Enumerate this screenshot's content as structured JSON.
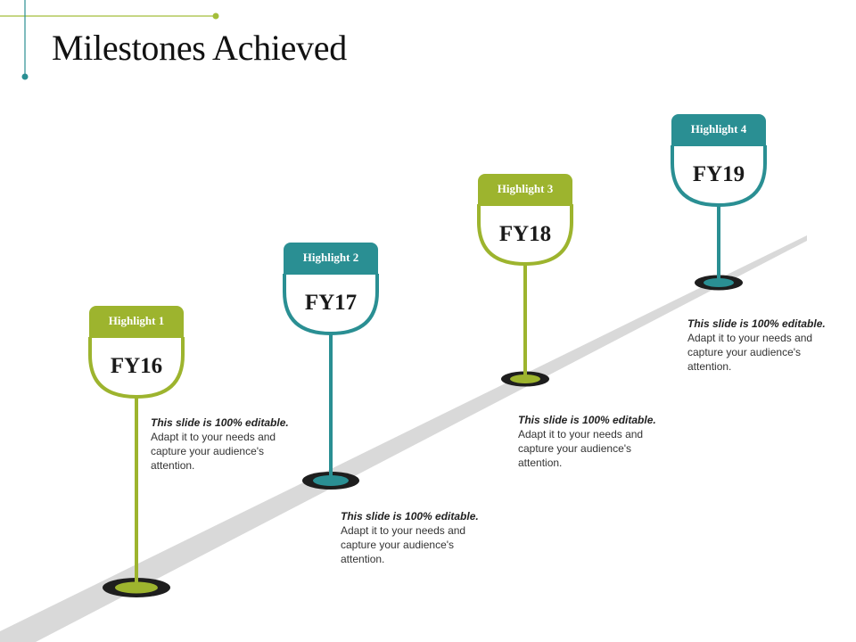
{
  "title": "Milestones Achieved",
  "colors": {
    "green": "#9DB42E",
    "teal": "#2A8F93",
    "road": "#D9D9D9",
    "base": "#1E1E1E",
    "accent_line": "#A4BE3A",
    "accent_dot": "#2A8F93"
  },
  "milestones": [
    {
      "highlight": "Highlight 1",
      "year": "FY16",
      "color": "green",
      "desc_lead": "This slide is 100% editable.",
      "desc_body": "Adapt it to your needs and capture your audience's attention."
    },
    {
      "highlight": "Highlight 2",
      "year": "FY17",
      "color": "teal",
      "desc_lead": "This slide is 100% editable.",
      "desc_body": "Adapt it to your needs and capture your audience's attention."
    },
    {
      "highlight": "Highlight 3",
      "year": "FY18",
      "color": "green",
      "desc_lead": "This slide is 100% editable.",
      "desc_body": "Adapt it to your needs and capture your audience's attention."
    },
    {
      "highlight": "Highlight 4",
      "year": "FY19",
      "color": "teal",
      "desc_lead": "This slide is 100% editable.",
      "desc_body": "Adapt it to your needs and capture your audience's attention."
    }
  ]
}
